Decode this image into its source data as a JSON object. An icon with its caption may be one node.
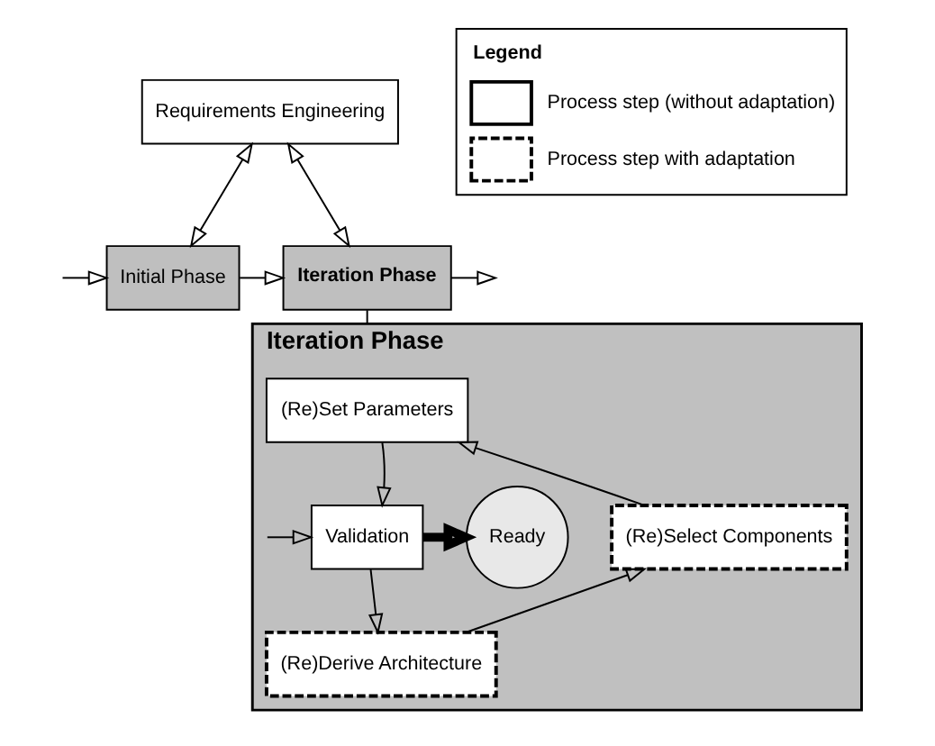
{
  "diagram": {
    "nodes": [
      {
        "text": [
          "Requirements Engineering"
        ]
      },
      {
        "text": [
          "Initial Phase"
        ]
      },
      {
        "text": [
          "Iteration Phase"
        ]
      },
      {
        "text": [
          "Iteration Phase"
        ]
      },
      {
        "text": [
          "(Re)Set Parameters"
        ],
        "in": 3
      },
      {
        "text": [
          "(Re)Select Components"
        ],
        "in": 3
      },
      {
        "text": [
          "(Re)Derive Architecture"
        ],
        "in": 3
      },
      {
        "text": [
          "Validation"
        ],
        "in": 3
      },
      {
        "text": [
          "Ready"
        ],
        "in": 3
      }
    ],
    "edges": [
      {
        "from": 0,
        "to": 1,
        "arrow": "both"
      },
      {
        "from": 0,
        "to": 2,
        "arrow": "both"
      },
      {
        "from": null,
        "to": 1,
        "arrow": "to"
      },
      {
        "from": 1,
        "to": 2,
        "arrow": "to"
      },
      {
        "from": 2,
        "to": null,
        "arrow": "to"
      },
      {
        "from": 2,
        "to": 3,
        "arrow": "none"
      },
      {
        "from": null,
        "to": 7,
        "arrow": "to"
      },
      {
        "from": 7,
        "to": 6,
        "arrow": "to"
      },
      {
        "from": 6,
        "to": 5,
        "arrow": "to"
      },
      {
        "from": 5,
        "to": 4,
        "arrow": "to"
      },
      {
        "from": 4,
        "to": 7,
        "arrow": "to"
      },
      {
        "from": 7,
        "to": 8,
        "arrow": "to",
        "style": "thick"
      }
    ],
    "labels": [
      "Legend"
    ],
    "legend": [
      {
        "text": "Process step (without adaptation)"
      },
      {
        "text": "Process step with adaptation"
      }
    ]
  }
}
